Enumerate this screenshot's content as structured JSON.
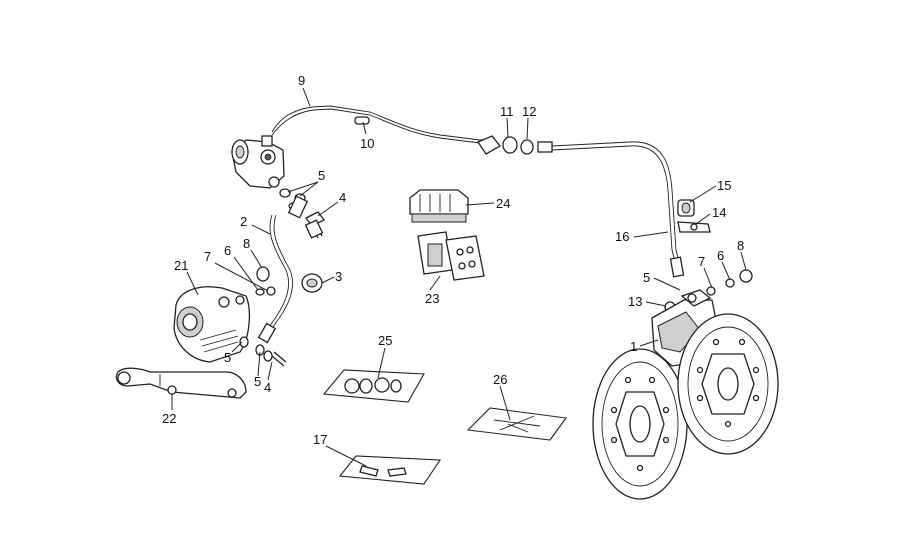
{
  "parts": [
    {
      "id": "p1",
      "number": "1"
    },
    {
      "id": "p2",
      "number": "2"
    },
    {
      "id": "p3",
      "number": "3"
    },
    {
      "id": "p4a",
      "number": "4"
    },
    {
      "id": "p4b",
      "number": "4"
    },
    {
      "id": "p5a",
      "number": "5"
    },
    {
      "id": "p5b",
      "number": "5"
    },
    {
      "id": "p5c",
      "number": "5"
    },
    {
      "id": "p5d",
      "number": "5"
    },
    {
      "id": "p6a",
      "number": "6"
    },
    {
      "id": "p6b",
      "number": "6"
    },
    {
      "id": "p7a",
      "number": "7"
    },
    {
      "id": "p7b",
      "number": "7"
    },
    {
      "id": "p8a",
      "number": "8"
    },
    {
      "id": "p8b",
      "number": "8"
    },
    {
      "id": "p9",
      "number": "9"
    },
    {
      "id": "p10",
      "number": "10"
    },
    {
      "id": "p11",
      "number": "11"
    },
    {
      "id": "p12",
      "number": "12"
    },
    {
      "id": "p13",
      "number": "13"
    },
    {
      "id": "p14",
      "number": "14"
    },
    {
      "id": "p15",
      "number": "15"
    },
    {
      "id": "p16",
      "number": "16"
    },
    {
      "id": "p17",
      "number": "17"
    },
    {
      "id": "p21",
      "number": "21"
    },
    {
      "id": "p22",
      "number": "22"
    },
    {
      "id": "p23",
      "number": "23"
    },
    {
      "id": "p24",
      "number": "24"
    },
    {
      "id": "p25",
      "number": "25"
    },
    {
      "id": "p26",
      "number": "26"
    }
  ]
}
